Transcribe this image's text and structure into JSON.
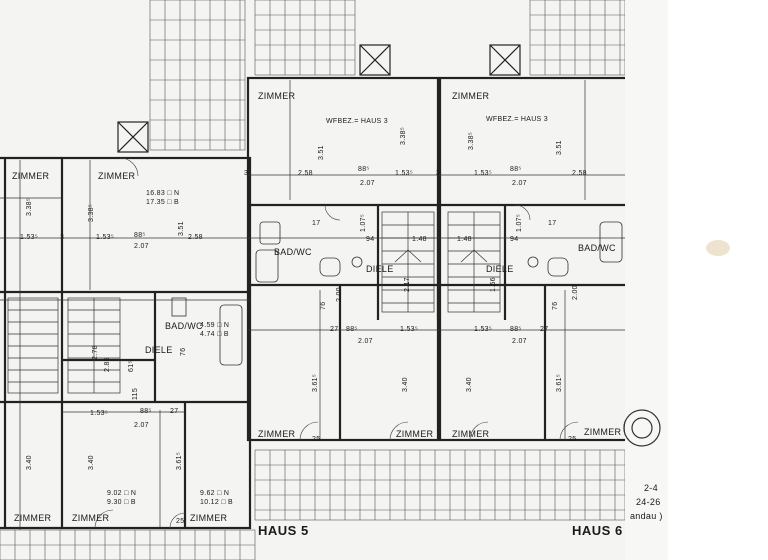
{
  "labels": {
    "zimmer": "ZIMMER",
    "wfbez_left": "WFBEZ.= HAUS 3",
    "wfbez_right": "WFBEZ.= HAUS 3",
    "bad_wc": "BAD/WC",
    "diele": "DIELE",
    "haus5": "HAUS 5",
    "haus6": "HAUS 6",
    "corner_line1": "2-4",
    "corner_line2": "24-26",
    "corner_line3": "andau )"
  },
  "areas": {
    "a1": "16.83 □ N",
    "a2": "17.35 □ B",
    "a3": "4.59 □ N",
    "a4": "4.74 □ B",
    "a5": "9.02 □ N",
    "a6": "9.30 □ B",
    "a7": "9.62 □ N",
    "a8": "10.12 □ B"
  },
  "dimensions": {
    "d258": "2.58",
    "d885": "88⁵",
    "d1535": "1.53⁵",
    "d207": "2.07",
    "d351": "3.51",
    "d338": "3.38⁵",
    "d340": "3.40",
    "d3615": "3.61⁵",
    "d27": "27",
    "d615": "61⁵",
    "d76": "76",
    "d115": "115",
    "d285": "2.85",
    "d278": "2.78",
    "d217": "2.17",
    "d156": "1.56",
    "d94": "94",
    "d148": "1.48",
    "d200": "2.00",
    "d1075": "1.07⁵",
    "d3": "3",
    "d25": "25",
    "d17": "17"
  }
}
